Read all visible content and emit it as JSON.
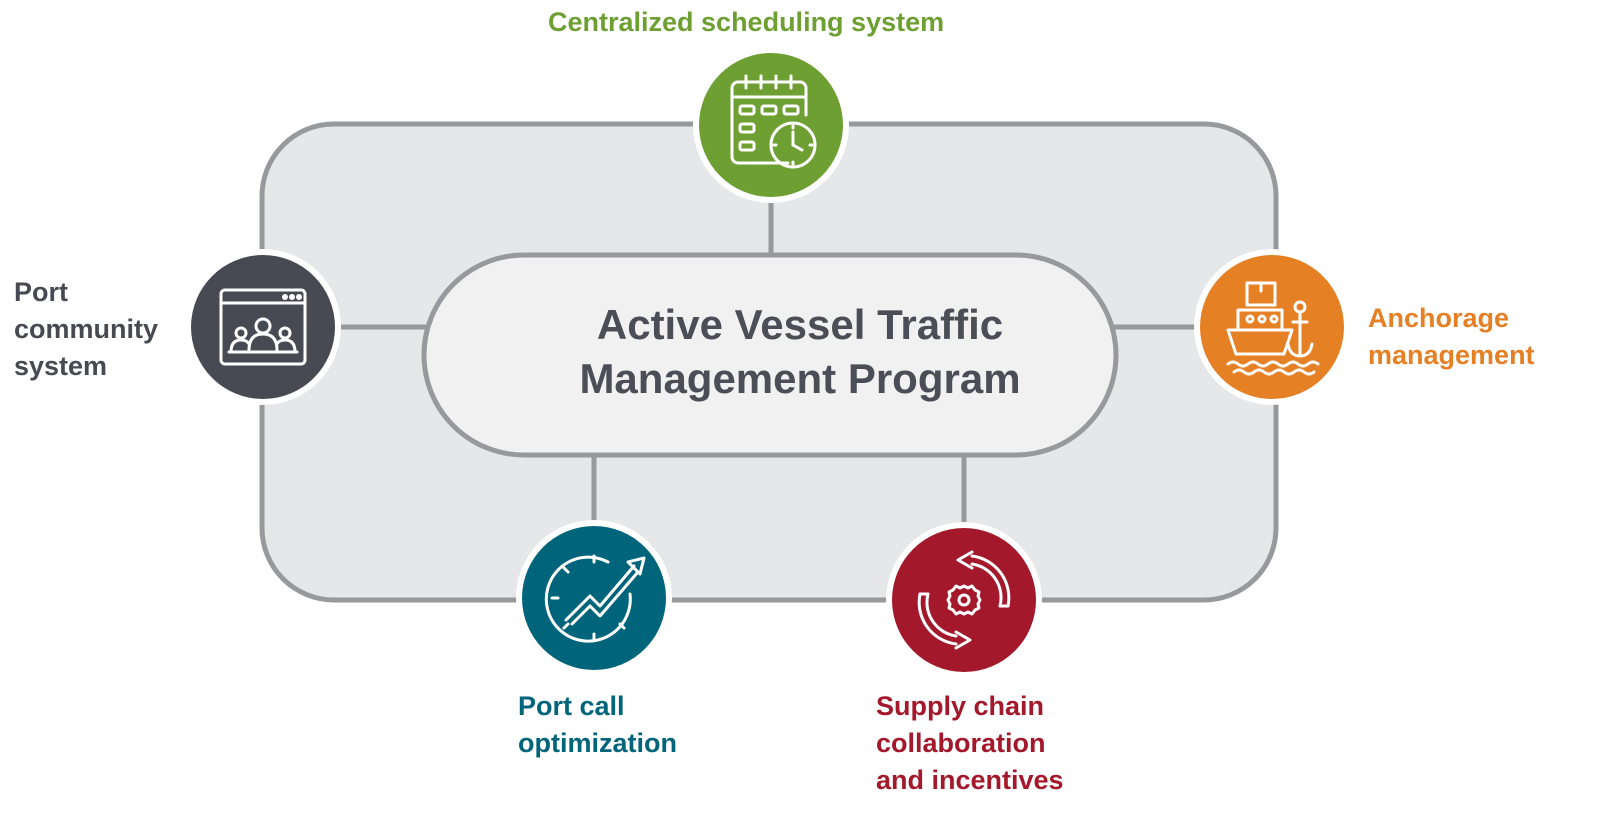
{
  "center": {
    "title_line1": "Active Vessel Traffic",
    "title_line2": "Management Program"
  },
  "nodes": {
    "scheduling": {
      "label": "Centralized scheduling system",
      "color": "#6e9f33",
      "icon": "calendar-clock-icon"
    },
    "community": {
      "label_lines": [
        "Port",
        "community",
        "system"
      ],
      "color": "#474a52",
      "icon": "browser-people-icon"
    },
    "anchorage": {
      "label_lines": [
        "Anchorage",
        "management"
      ],
      "color": "#e68024",
      "icon": "ship-anchor-icon"
    },
    "portcall": {
      "label_lines": [
        "Port call",
        "optimization"
      ],
      "color": "#00657a",
      "icon": "speedometer-trend-icon"
    },
    "supply": {
      "label_lines": [
        "Supply chain",
        "collaboration",
        "and incentives"
      ],
      "color": "#a3192b",
      "icon": "cycle-gear-icon"
    }
  },
  "colors": {
    "frame_stroke": "#98999c",
    "frame_fill": "#e6e7e9",
    "pill_fill": "#f1f1f1"
  }
}
